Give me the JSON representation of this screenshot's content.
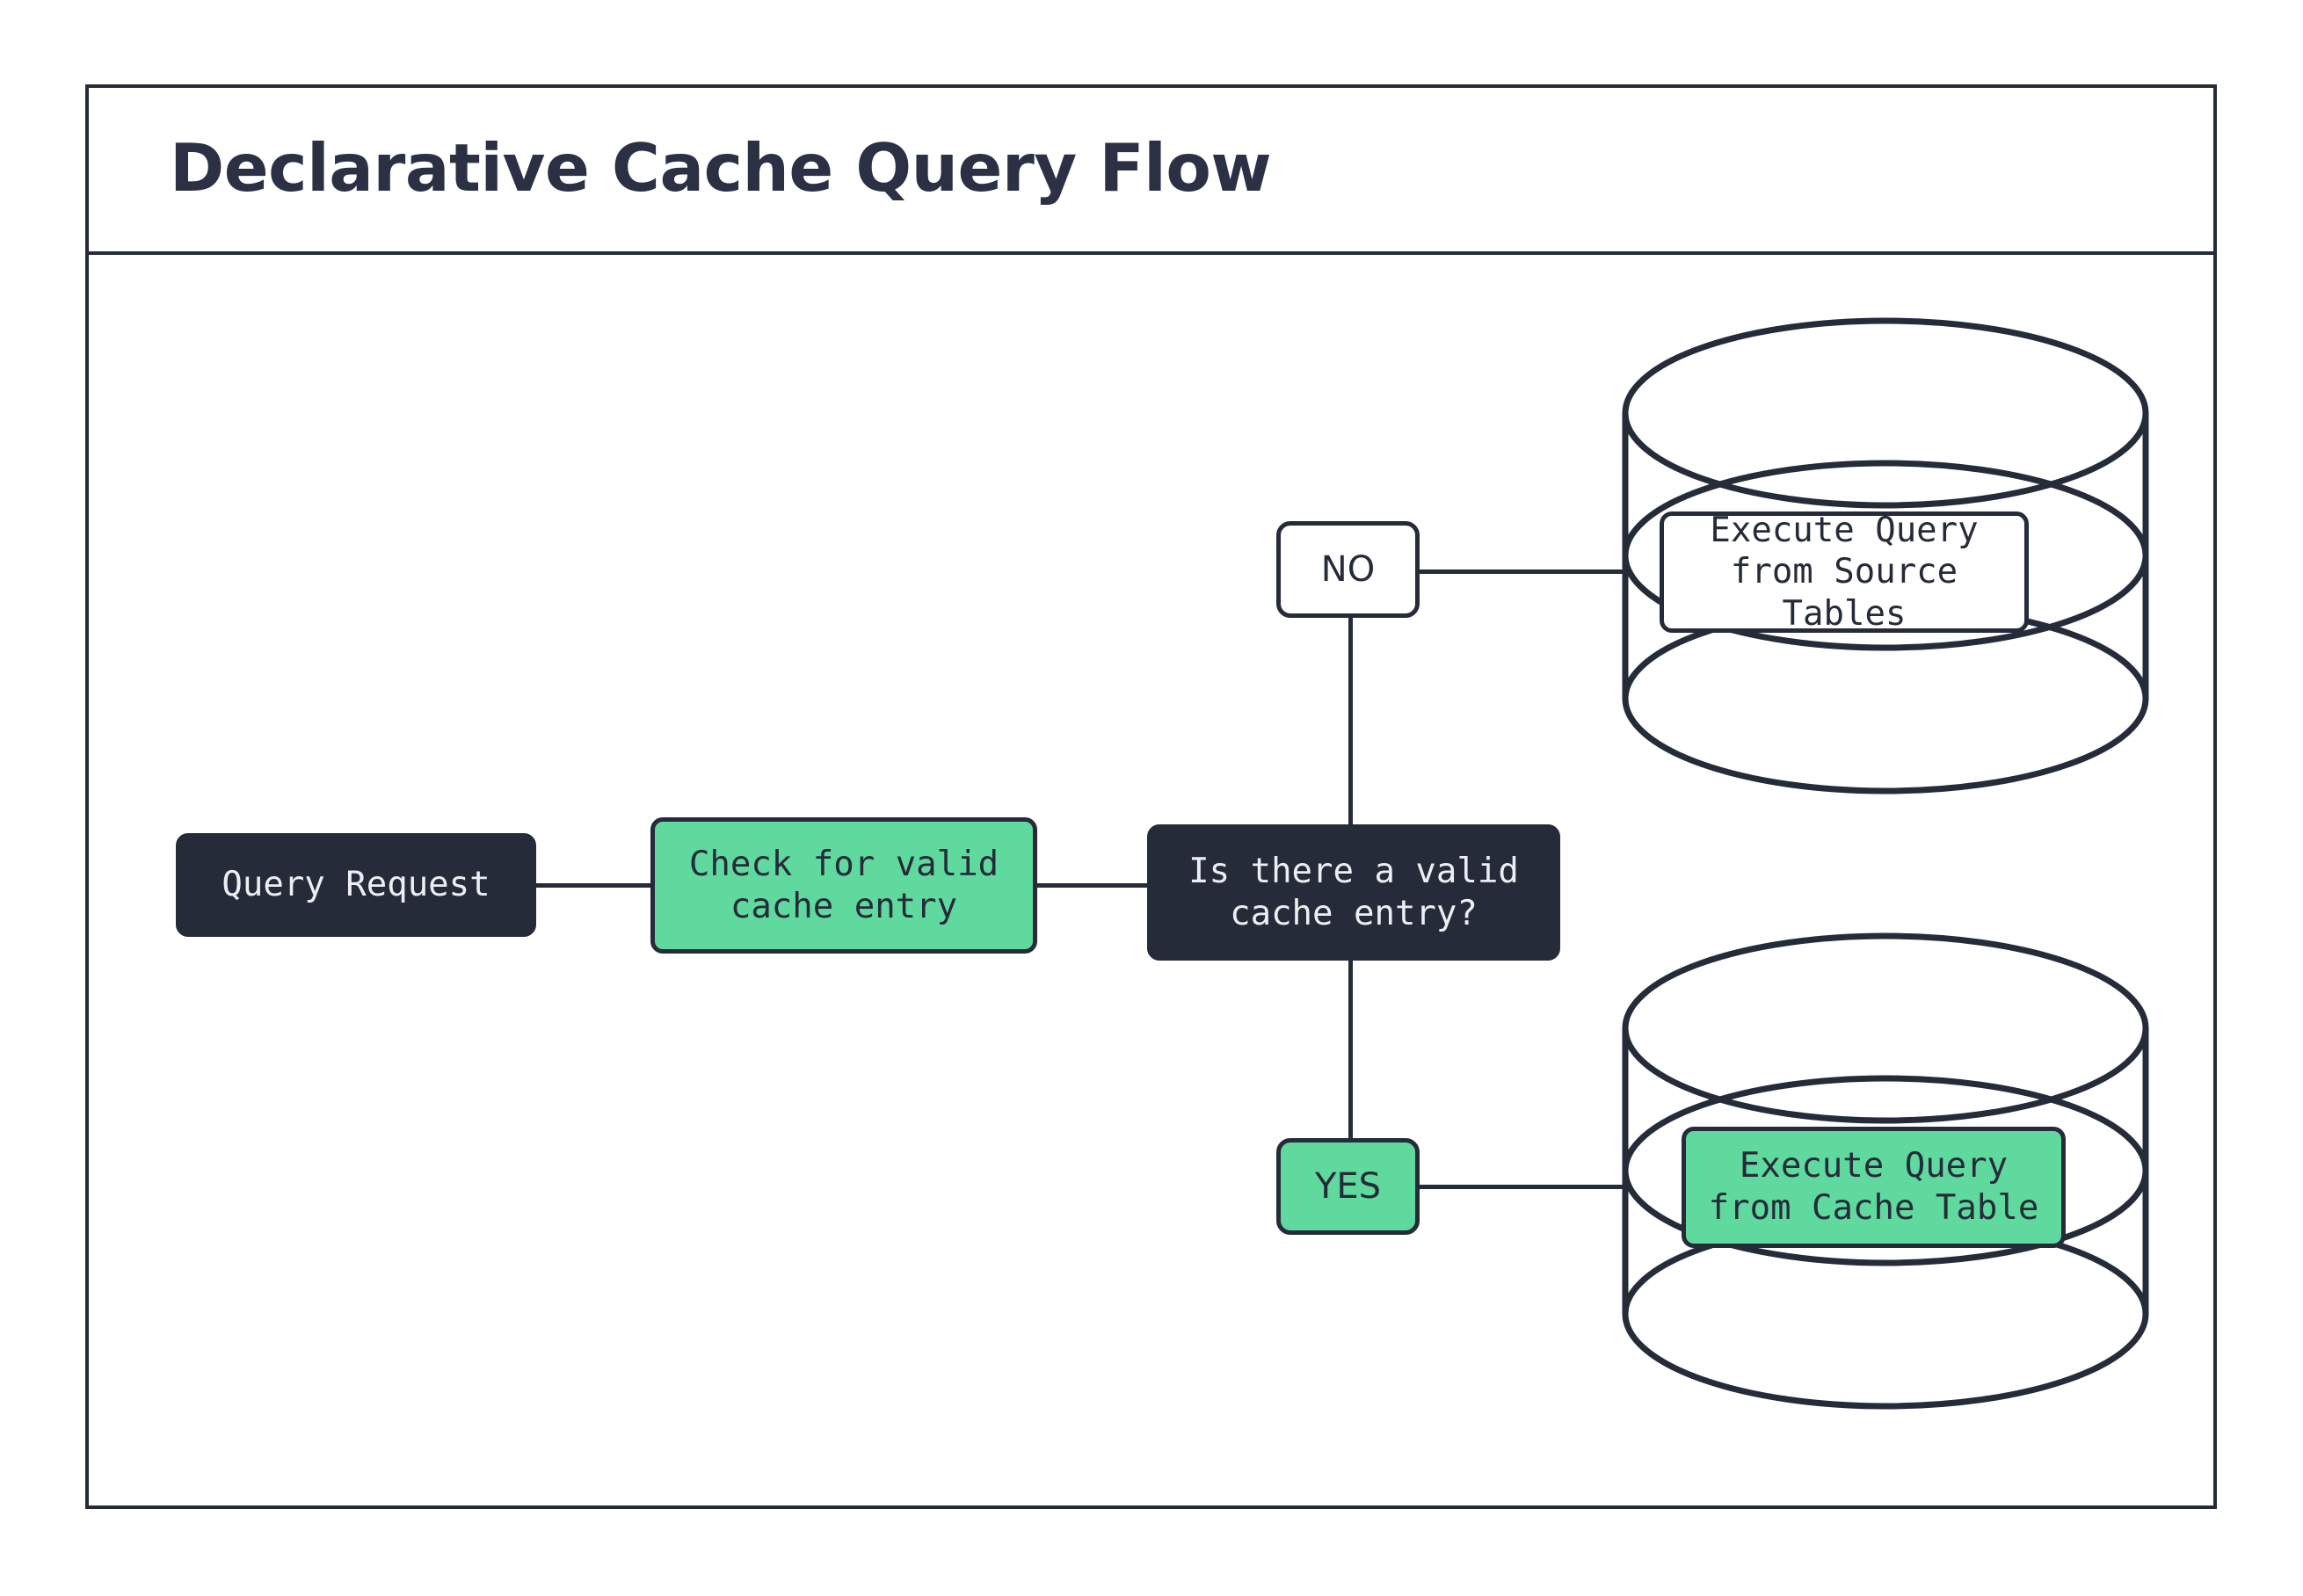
{
  "diagram": {
    "title": "Declarative Cache Query Flow",
    "accent_green": "#5fd99e",
    "ink": "#262b3a",
    "background": "#ffffff"
  },
  "nodes": {
    "query_request": {
      "label": "Query Request",
      "style": "dark"
    },
    "check_cache": {
      "label": "Check for valid\ncache entry",
      "style": "green"
    },
    "decision": {
      "label": "Is there a valid\ncache entry?",
      "style": "dark"
    },
    "source_db": {
      "label": "Execute Query\nfrom Source Tables",
      "style": "white"
    },
    "cache_db": {
      "label": "Execute Query\nfrom Cache Table",
      "style": "green"
    }
  },
  "branches": {
    "no": {
      "label": "NO",
      "style": "white"
    },
    "yes": {
      "label": "YES",
      "style": "green"
    }
  }
}
